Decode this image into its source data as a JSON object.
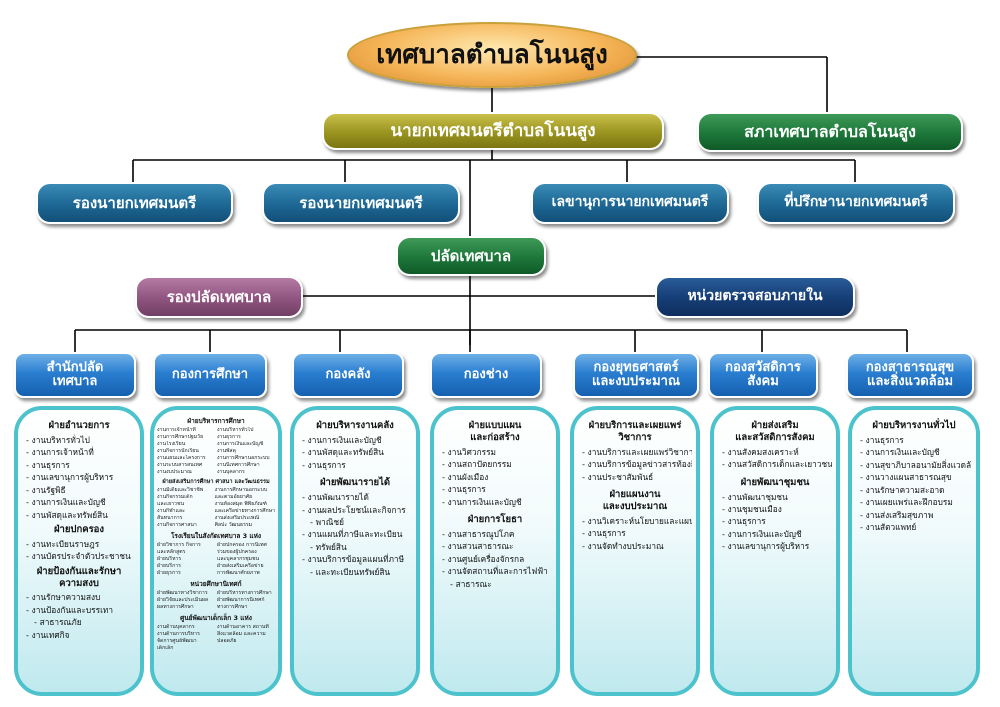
{
  "org": {
    "top": "เทศบาลตำบลโนนสูง",
    "mayor": "นายกเทศมนตรีตำบลโนนสูง",
    "council": "สภาเทศบาลตำบลโนนสูง",
    "deputy_1": "รองนายกเทศมนตรี",
    "deputy_2": "รองนายกเทศมนตรี",
    "secretary": "เลขานุการนายกเทศมนตรี",
    "advisor": "ที่ปรึกษานายกเทศมนตรี",
    "clerk": "ปลัดเทศบาล",
    "deputy_clerk": "รองปลัดเทศบาล",
    "audit": "หน่วยตรวจสอบภายใน"
  },
  "departments": [
    {
      "l1": "สำนักปลัด",
      "l2": "เทศบาล"
    },
    {
      "l1": "กองการศึกษา",
      "l2": ""
    },
    {
      "l1": "กองคลัง",
      "l2": ""
    },
    {
      "l1": "กองช่าง",
      "l2": ""
    },
    {
      "l1": "กองยุทธศาสตร์",
      "l2": "และงบประมาณ"
    },
    {
      "l1": "กองสวัสดิการ",
      "l2": "สังคม"
    },
    {
      "l1": "กองสาธารณสุข",
      "l2": "และสิ่งแวดล้อม"
    }
  ],
  "panels": {
    "p1": {
      "s1": "ฝ่ายอำนวยการ",
      "s1_items": [
        "งานบริหารทั่วไป",
        "งานการเจ้าหน้าที่",
        "งานธุรการ",
        "งานเลขานุการผู้บริหาร",
        "งานรัฐพิธี",
        "งานการเงินและบัญชี",
        "งานพัสดุและทรัพย์สิน"
      ],
      "s2": "ฝ่ายปกครอง",
      "s2_items": [
        "งานทะเบียนราษฎร",
        "งานบัตรประจำตัวประชาชน"
      ],
      "s3a": "ฝ่ายป้องกันและรักษา",
      "s3b": "ความสงบ",
      "s3_items": [
        "งานรักษาความสงบ",
        "งานป้องกันและบรรเทา",
        "สาธารณภัย",
        "งานเทศกิจ"
      ]
    },
    "p2": {
      "s1": "ฝ่ายบริหารการศึกษา",
      "s1_left": [
        "งานการเจ้าหน้าที่",
        "งานการศึกษาปฐมวัย",
        "งานโรงเรียน",
        "งานกิจการนักเรียน",
        "งานแผนและโครงการ",
        "งานระบบสารสนเทศ",
        "งานงบประมาณ"
      ],
      "s1_right": [
        "งานบริหารทั่วไป",
        "งานธุรการ",
        "งานการเงินและบัญชี",
        "งานพัสดุ",
        "งานการศึกษานอกระบบ",
        "งานนิเทศการศึกษา",
        "งานบุคลากร"
      ],
      "s2": "ฝ่ายส่งเสริมการศึกษา ศาสนา และวัฒนธรรม",
      "s2_left": [
        "งานมีเดียและวิชาชีพ",
        "งานกิจกรรมเด็ก",
        "และเยาวชน",
        "งานกีฬาและ",
        "สันทนาการ",
        "งานกิจการศาสนา"
      ],
      "s2_right": [
        "งานการศึกษานอกระบบ",
        "และตามอัธยาศัย",
        "งานห้องสมุด พิพิธภัณฑ์",
        "และเครือข่ายทางการศึกษา",
        "งานส่งเสริมประเพณี",
        "ศิลปะ วัฒนธรรม"
      ],
      "s3": "โรงเรียนในสังกัดเทศบาล 3 แห่ง",
      "s3_left": [
        "ฝ่ายวิชาการ กิจการ",
        "และหลักสูตร",
        "ฝ่ายบริหาร",
        "ฝ่ายบริการ",
        "ฝ่ายธุรการ"
      ],
      "s3_right": [
        "ฝ่ายปกครอง การนิเทศ",
        "ร่วมของผู้ปกครอง",
        "และบุคลากรชุมชน",
        "ฝ่ายส่งเสริมเครือข่าย",
        "การพัฒนาศักยภาพ"
      ],
      "s4": "หน่วยศึกษานิเทศก์",
      "s4_left": [
        "ฝ่ายพัฒนาทางวิชาการ",
        "ฝ่ายวิจัยและประเมินผล",
        "ผลทางการศึกษา"
      ],
      "s4_right": [
        "ฝ่ายบริหารทางการศึกษา",
        "ฝ่ายพัฒนาการนิเทศก์",
        "ทางการศึกษา"
      ],
      "s5": "ศูนย์พัฒนาเด็กเล็ก 3 แห่ง",
      "s5_left": [
        "งานด้านบุคลากร",
        "งานด้านการบริหาร",
        "จัดการศูนย์พัฒนา",
        "เด็กเล็ก"
      ],
      "s5_right": [
        "งานด้านอาคาร สถานที่",
        "สิ่งแวดล้อม และความ",
        "ปลอดภัย"
      ]
    },
    "p3": {
      "s1": "ฝ่ายบริหารงานคลัง",
      "s1_items": [
        "งานการเงินและบัญชี",
        "งานพัสดุและทรัพย์สิน",
        "งานธุรการ"
      ],
      "s2": "ฝ่ายพัฒนารายได้",
      "s2_items": [
        "งานพัฒนารายได้",
        "งานผลประโยชน์และกิจการ",
        "พาณิชย์",
        "งานแผนที่ภาษีและทะเบียน",
        "ทรัพย์สิน",
        "งานบริการข้อมูลแผนที่ภาษี",
        "และทะเบียนทรัพย์สิน"
      ]
    },
    "p4": {
      "s1a": "ฝ่ายแบบแผน",
      "s1b": "และก่อสร้าง",
      "s1_items": [
        "งานวิศวกรรม",
        "งานสถาปัตยกรรม",
        "งานผังเมือง",
        "งานธุรการ",
        "งานการเงินและบัญชี"
      ],
      "s2": "ฝ่ายการโยธา",
      "s2_items": [
        "งานสาธารณูปโภค",
        "งานสวนสาธารณะ",
        "งานศูนย์เครื่องจักรกล",
        "งานจัดสถานที่และการไฟฟ้า",
        "สาธารณะ"
      ]
    },
    "p5": {
      "s1a": "ฝ่ายบริการและเผยแพร่",
      "s1b": "วิชาการ",
      "s1_items": [
        "งานบริการและเผยแพร่วิชาการ",
        "งานบริการข้อมูลข่าวสารท้องถิ่น",
        "งานประชาสัมพันธ์"
      ],
      "s2a": "ฝ่ายแผนงาน",
      "s2b": "และงบประมาณ",
      "s2_items": [
        "งานวิเคราะห์นโยบายและแผน",
        "งานธุรการ",
        "งานจัดทำงบประมาณ"
      ]
    },
    "p6": {
      "s1a": "ฝ่ายส่งเสริม",
      "s1b": "และสวัสดิการสังคม",
      "s1_items": [
        "งานสังคมสงเคราะห์",
        "งานสวัสดิการเด็กและเยาวชน"
      ],
      "s2": "ฝ่ายพัฒนาชุมชน",
      "s2_items": [
        "งานพัฒนาชุมชน",
        "งานชุมชนเมือง",
        "งานธุรการ",
        "งานการเงินและบัญชี",
        "งานเลขานุการผู้บริหาร"
      ]
    },
    "p7": {
      "s1": "ฝ่ายบริหารงานทั่วไป",
      "s1_items": [
        "งานธุรการ",
        "งานการเงินและบัญชี",
        "งานสุขาภิบาลอนามัยสิ่งแวดล้อม",
        "งานวางแผนสาธารณสุข",
        "งานรักษาความสะอาด",
        "งานเผยแพร่และฝึกอบรม",
        "งานส่งเสริมสุขภาพ",
        "งานสัตวแพทย์"
      ]
    }
  }
}
